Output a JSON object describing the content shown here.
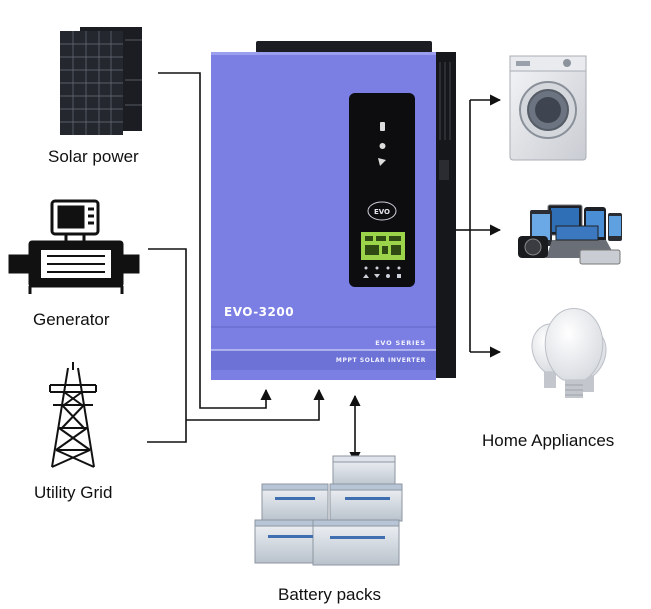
{
  "sources": {
    "solar": "Solar power",
    "generator": "Generator",
    "grid": "Utility Grid"
  },
  "inverter": {
    "model": "EVO-3200",
    "series": "EVO SERIES",
    "subtitle": "MPPT SOLAR INVERTER",
    "logo": "EVO",
    "body_color": "#7b7fe3"
  },
  "outputs": {
    "appliances": "Home Appliances",
    "battery": "Battery packs"
  }
}
